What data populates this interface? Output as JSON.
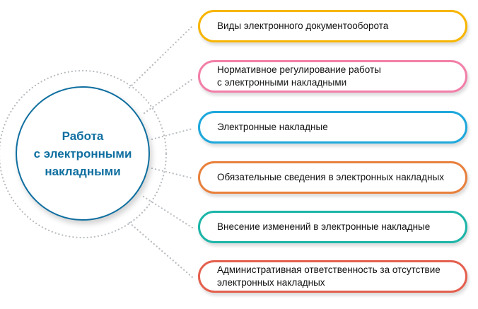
{
  "hub": {
    "title": "Работа\nс электронными\nнакладными",
    "color": "#0f6fa0"
  },
  "topics": [
    {
      "label": "Виды электронного документооборота",
      "color": "#f7b500"
    },
    {
      "label": "Нормативное регулирование работы\nс электронными накладными",
      "color": "#f27fa8"
    },
    {
      "label": "Электронные накладные",
      "color": "#1ea8dc"
    },
    {
      "label": "Обязательные сведения в электронных накладных",
      "color": "#e8803c"
    },
    {
      "label": "Внесение изменений в электронные накладные",
      "color": "#1bb5a8"
    },
    {
      "label": "Административная ответственность за отсутствие\nэлектронных накладных",
      "color": "#e4604e"
    }
  ],
  "connector_color": "#b8bcc0"
}
